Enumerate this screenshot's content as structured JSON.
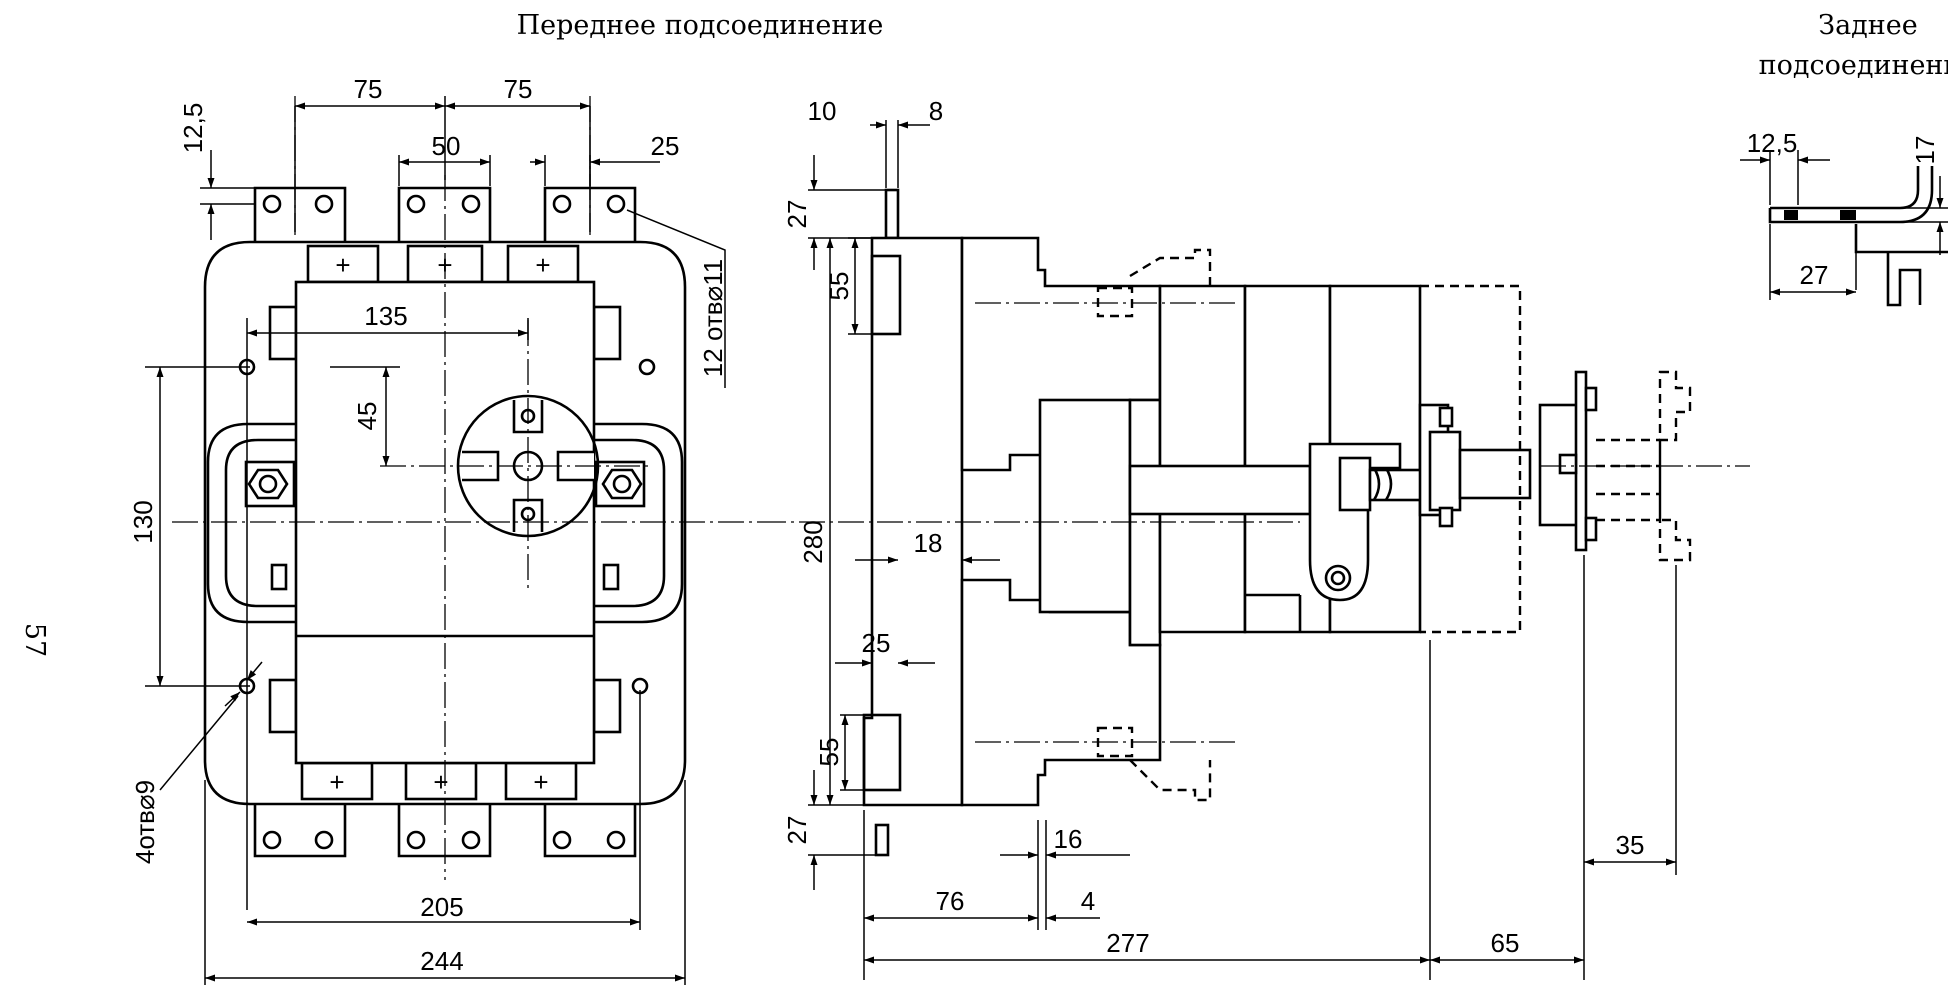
{
  "titles": {
    "front": "Переднее подсоединение",
    "rear_line1": "Заднее",
    "rear_line2": "подсоединение"
  },
  "page_number": "57",
  "front_view": {
    "dims": {
      "pitch_left": "75",
      "pitch_right": "75",
      "terminal_width": "50",
      "terminal_offset": "25",
      "terminal_height": "12,5",
      "holes_terminal": "12 отв⌀11",
      "horizontal_135": "135",
      "vertical_45": "45",
      "vertical_130": "130",
      "holes_mount": "4отв⌀9",
      "width_205": "205",
      "width_244": "244"
    },
    "terminal_symbol": "+"
  },
  "side_view": {
    "dims": {
      "top_10": "10",
      "top_8": "8",
      "top_27": "27",
      "upper_55": "55",
      "height_280": "280",
      "offset_18": "18",
      "offset_25": "25",
      "lower_55": "55",
      "bottom_27": "27",
      "handle_16": "16",
      "depth_76": "76",
      "gap_4": "4",
      "depth_277": "277",
      "handle_65": "65",
      "handle_35": "35"
    }
  },
  "rear_detail": {
    "dims": {
      "offset_12_5": "12,5",
      "height_17": "17",
      "width_27": "27"
    }
  }
}
